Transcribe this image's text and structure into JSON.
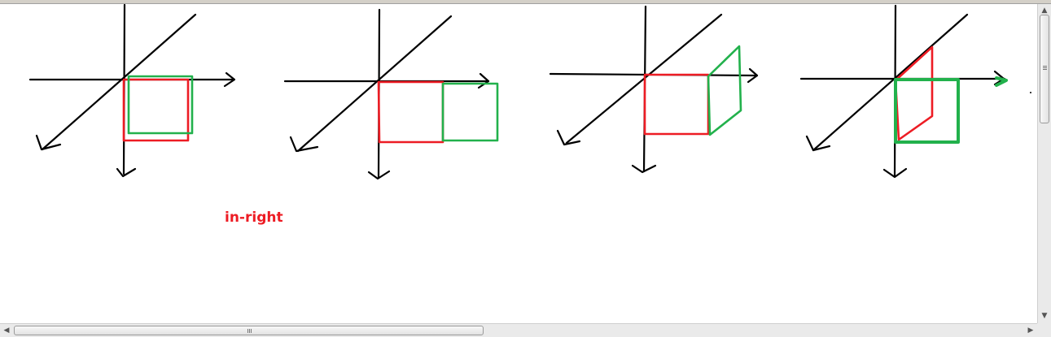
{
  "caption": "in-right",
  "colors": {
    "axis": "#000000",
    "red_box": "#ed1c24",
    "green_box": "#22b14c",
    "caption": "#ed1c24"
  },
  "icons": {
    "scroll_up": "triangle-up",
    "scroll_down": "triangle-down",
    "scroll_left": "triangle-left",
    "scroll_right": "triangle-right"
  },
  "diagrams": [
    {
      "id": 1,
      "description_name": "panel-1-overlap"
    },
    {
      "id": 2,
      "description_name": "panel-2-adjacent-right"
    },
    {
      "id": 3,
      "description_name": "panel-3-perspective-right"
    },
    {
      "id": 4,
      "description_name": "panel-4-perspective-depth"
    }
  ]
}
